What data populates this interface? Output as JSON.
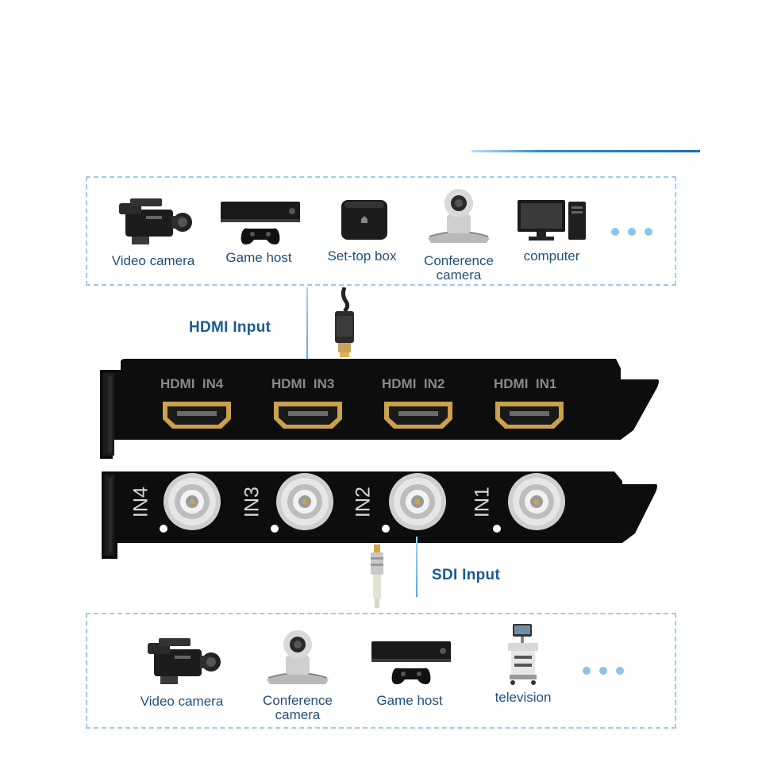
{
  "hdmi_section": {
    "title": "HDMI Input",
    "devices": [
      {
        "label": "Video camera",
        "icon": "video-camera-icon"
      },
      {
        "label": "Game host",
        "icon": "game-console-icon"
      },
      {
        "label": "Set-top box",
        "icon": "set-top-box-icon"
      },
      {
        "label": "Conference\ncamera",
        "icon": "ptz-camera-icon"
      },
      {
        "label": "computer",
        "icon": "computer-icon"
      }
    ]
  },
  "hdmi_bracket": {
    "ports": [
      "HDMI  IN4",
      "HDMI  IN3",
      "HDMI  IN2",
      "HDMI  IN1"
    ]
  },
  "sdi_bracket": {
    "ports": [
      "IN4",
      "IN3",
      "IN2",
      "IN1"
    ]
  },
  "sdi_section": {
    "title": "SDI Input",
    "devices": [
      {
        "label": "Video camera",
        "icon": "video-camera-icon"
      },
      {
        "label": "Conference\ncamera",
        "icon": "ptz-camera-icon"
      },
      {
        "label": "Game host",
        "icon": "game-console-icon"
      },
      {
        "label": "television",
        "icon": "ultrasound-machine-icon"
      }
    ]
  },
  "colors": {
    "accent": "#1b5a96",
    "dashed_border": "#9fcbe8",
    "bracket": "#111111"
  }
}
